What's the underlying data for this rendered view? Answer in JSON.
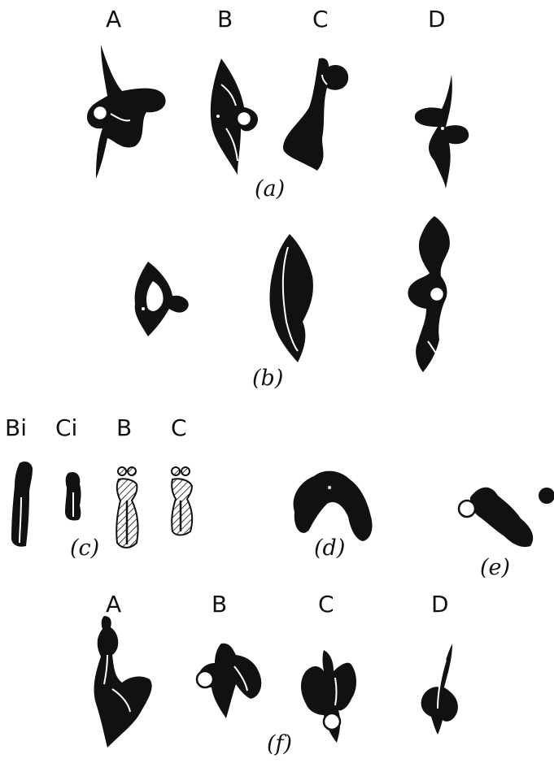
{
  "panel_a": {
    "labels": [
      "A",
      "B",
      "C",
      "D"
    ],
    "caption": "(a)"
  },
  "panel_b": {
    "caption": "(b)"
  },
  "panel_c": {
    "labels": [
      "Bi",
      "Ci",
      "B",
      "C"
    ],
    "caption": "(c)"
  },
  "panel_d": {
    "caption": "(d)"
  },
  "panel_e": {
    "caption": "(e)"
  },
  "panel_f": {
    "labels": [
      "A",
      "B",
      "C",
      "D"
    ],
    "caption": "(f)"
  }
}
